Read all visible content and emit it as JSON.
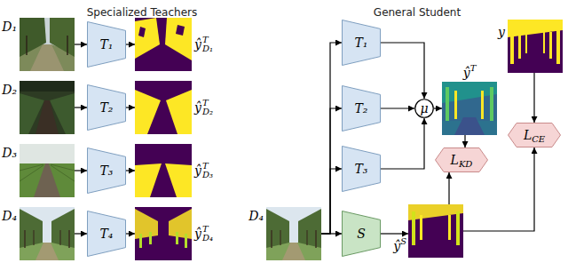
{
  "diagram": {
    "nodes": [
      {
        "text": [
          "D₁"
        ]
      },
      {
        "text": [
          "T₁"
        ]
      },
      {
        "text": [
          "ŷ",
          "T",
          "D₁"
        ]
      },
      {
        "text": [
          "D₂"
        ]
      },
      {
        "text": [
          "T₂"
        ]
      },
      {
        "text": [
          "ŷ",
          "T",
          "D₂"
        ]
      },
      {
        "text": [
          "D₃"
        ]
      },
      {
        "text": [
          "T₃"
        ]
      },
      {
        "text": [
          "ŷ",
          "T",
          "D₃"
        ]
      },
      {
        "text": [
          "D₄"
        ]
      },
      {
        "text": [
          "T₄"
        ]
      },
      {
        "text": [
          "ŷ",
          "T",
          "D₄"
        ]
      },
      {
        "text": [
          "D₄"
        ]
      },
      {
        "text": [
          "T₁"
        ]
      },
      {
        "text": [
          "T₂"
        ]
      },
      {
        "text": [
          "T₃"
        ]
      },
      {
        "text": [
          "μ"
        ]
      },
      {
        "text": [
          "ŷ",
          "T"
        ]
      },
      {
        "text": [
          "y"
        ]
      },
      {
        "text": [
          "L",
          "KD"
        ]
      },
      {
        "text": [
          "L",
          "CE"
        ]
      },
      {
        "text": [
          "S"
        ]
      },
      {
        "text": [
          "ŷ",
          "S"
        ]
      }
    ],
    "edges": [
      {
        "from": 0,
        "to": 1,
        "arrow": "to"
      },
      {
        "from": 1,
        "to": 2,
        "arrow": "to"
      },
      {
        "from": 3,
        "to": 4,
        "arrow": "to"
      },
      {
        "from": 4,
        "to": 5,
        "arrow": "to"
      },
      {
        "from": 6,
        "to": 7,
        "arrow": "to"
      },
      {
        "from": 7,
        "to": 8,
        "arrow": "to"
      },
      {
        "from": 9,
        "to": 10,
        "arrow": "to"
      },
      {
        "from": 10,
        "to": 11,
        "arrow": "to"
      },
      {
        "from": 12,
        "to": 13,
        "arrow": "to"
      },
      {
        "from": 12,
        "to": 14,
        "arrow": "to"
      },
      {
        "from": 12,
        "to": 15,
        "arrow": "to"
      },
      {
        "from": 12,
        "to": 21,
        "arrow": "to"
      },
      {
        "from": 13,
        "to": 16,
        "arrow": "to"
      },
      {
        "from": 14,
        "to": 16,
        "arrow": "to"
      },
      {
        "from": 15,
        "to": 16,
        "arrow": "to"
      },
      {
        "from": 16,
        "to": 17,
        "arrow": "to"
      },
      {
        "from": 17,
        "to": 19,
        "arrow": "to"
      },
      {
        "from": 22,
        "to": 19,
        "arrow": "to"
      },
      {
        "from": 21,
        "to": 22,
        "arrow": "to"
      },
      {
        "from": 18,
        "to": 20,
        "arrow": "to"
      },
      {
        "from": 22,
        "to": 20,
        "arrow": "to"
      }
    ],
    "labels": [
      "Specialized Teachers",
      "General Student"
    ]
  }
}
